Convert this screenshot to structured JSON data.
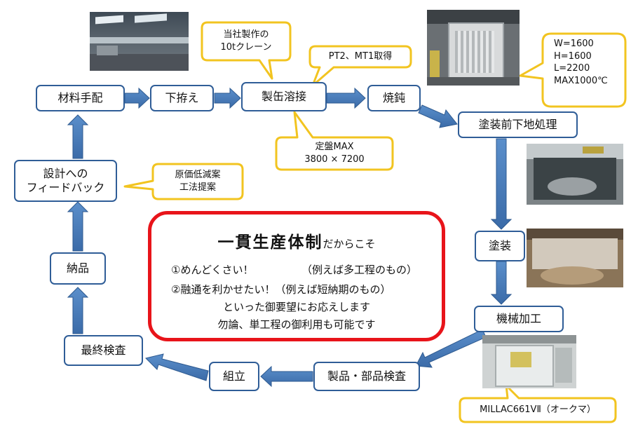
{
  "flow": {
    "material": "材料手配",
    "marking": "下拵え",
    "welding": "製缶溶接",
    "annealing": "焼鈍",
    "pretreatment": "塗装前下地処理",
    "painting": "塗装",
    "machining": "機械加工",
    "inspection": "製品・部品検査",
    "assembly": "組立",
    "final_inspection": "最終検査",
    "delivery": "納品",
    "feedback_line1": "設計への",
    "feedback_line2": "フィードバック"
  },
  "callouts": {
    "crane_line1": "当社製作の",
    "crane_line2": "10tクレーン",
    "cert": "PT2、MT1取得",
    "surface_line1": "定盤MAX",
    "surface_line2": "3800 × 7200",
    "cost_line1": "原価低減案",
    "cost_line2": "工法提案",
    "furnace_w": "W=1600",
    "furnace_h": "H=1600",
    "furnace_l": "L=2200",
    "furnace_max": "MAX1000℃",
    "machine": "MILLAC661VⅡ（オークマ）"
  },
  "panel": {
    "title_bold": "一貫生産体制",
    "title_suffix": "だからこそ",
    "line1_a": "①めんどくさい！",
    "line1_b": "（例えば多工程のもの）",
    "line2": "②融通を利かせたい！（例えば短納期のもの）",
    "line3": "といった御要望にお応えします",
    "line4": "勿論、単工程の御利用も可能です"
  },
  "colors": {
    "box_border": "#2f5d97",
    "arrow": "#4a7ebb",
    "callout_border": "#f2c420",
    "panel_border": "#e8141a"
  }
}
